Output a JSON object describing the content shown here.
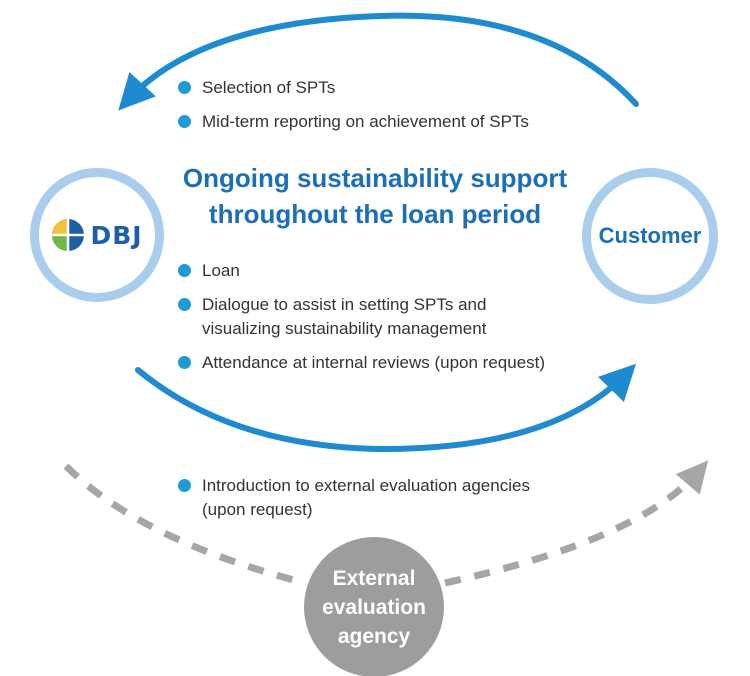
{
  "nodes": {
    "dbj": {
      "label": "DBJ"
    },
    "customer": {
      "label": "Customer"
    },
    "agency": {
      "lines": [
        "External",
        "evaluation",
        "agency"
      ]
    }
  },
  "center_title": {
    "lines": [
      "Ongoing sustainability support",
      "throughout the loan period"
    ]
  },
  "lists": {
    "top": [
      {
        "lines": [
          "Selection of SPTs"
        ]
      },
      {
        "lines": [
          "Mid-term reporting on achievement of SPTs"
        ]
      }
    ],
    "middle": [
      {
        "lines": [
          "Loan"
        ]
      },
      {
        "lines": [
          "Dialogue to assist in setting SPTs and",
          "visualizing sustainability management"
        ]
      },
      {
        "lines": [
          "Attendance at internal reviews (upon request)"
        ]
      }
    ],
    "bottom": [
      {
        "lines": [
          "Introduction to external evaluation agencies",
          "(upon request)"
        ]
      }
    ]
  },
  "colors": {
    "primary_blue": "#1b6fb8",
    "arrow_blue": "#1e8ad0",
    "ring_light_blue": "#a9cdec",
    "bullet_blue": "#1e9ad6",
    "gray": "#9d9d9d"
  }
}
